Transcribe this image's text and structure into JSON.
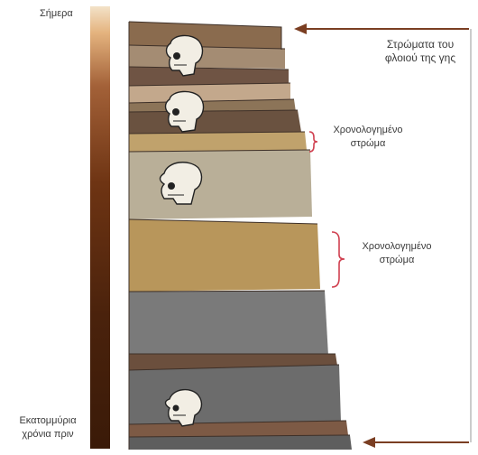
{
  "labels": {
    "today": "Σήμερα",
    "millions_ago_line1": "Εκατομμύρια",
    "millions_ago_line2": "χρόνια πριν",
    "crust_layers_line1": "Στρώματα του",
    "crust_layers_line2": "φλοιού της γης",
    "dated_layer_1_line1": "Χρονολογημένο",
    "dated_layer_1_line2": "στρώμα",
    "dated_layer_2_line1": "Χρονολογημένο",
    "dated_layer_2_line2": "στρώμα"
  },
  "colors": {
    "arrow": "#7a3e22",
    "brace": "#d04050",
    "layer_brown": "#8a6b4e",
    "layer_tan": "#c9b28e",
    "layer_gray": "#6d6d6d",
    "layer_ochre": "#b79c63"
  },
  "icons": [
    "hominid-skull-icon",
    "hominid-skull-icon",
    "hominid-skull-icon",
    "hominid-skull-icon"
  ]
}
